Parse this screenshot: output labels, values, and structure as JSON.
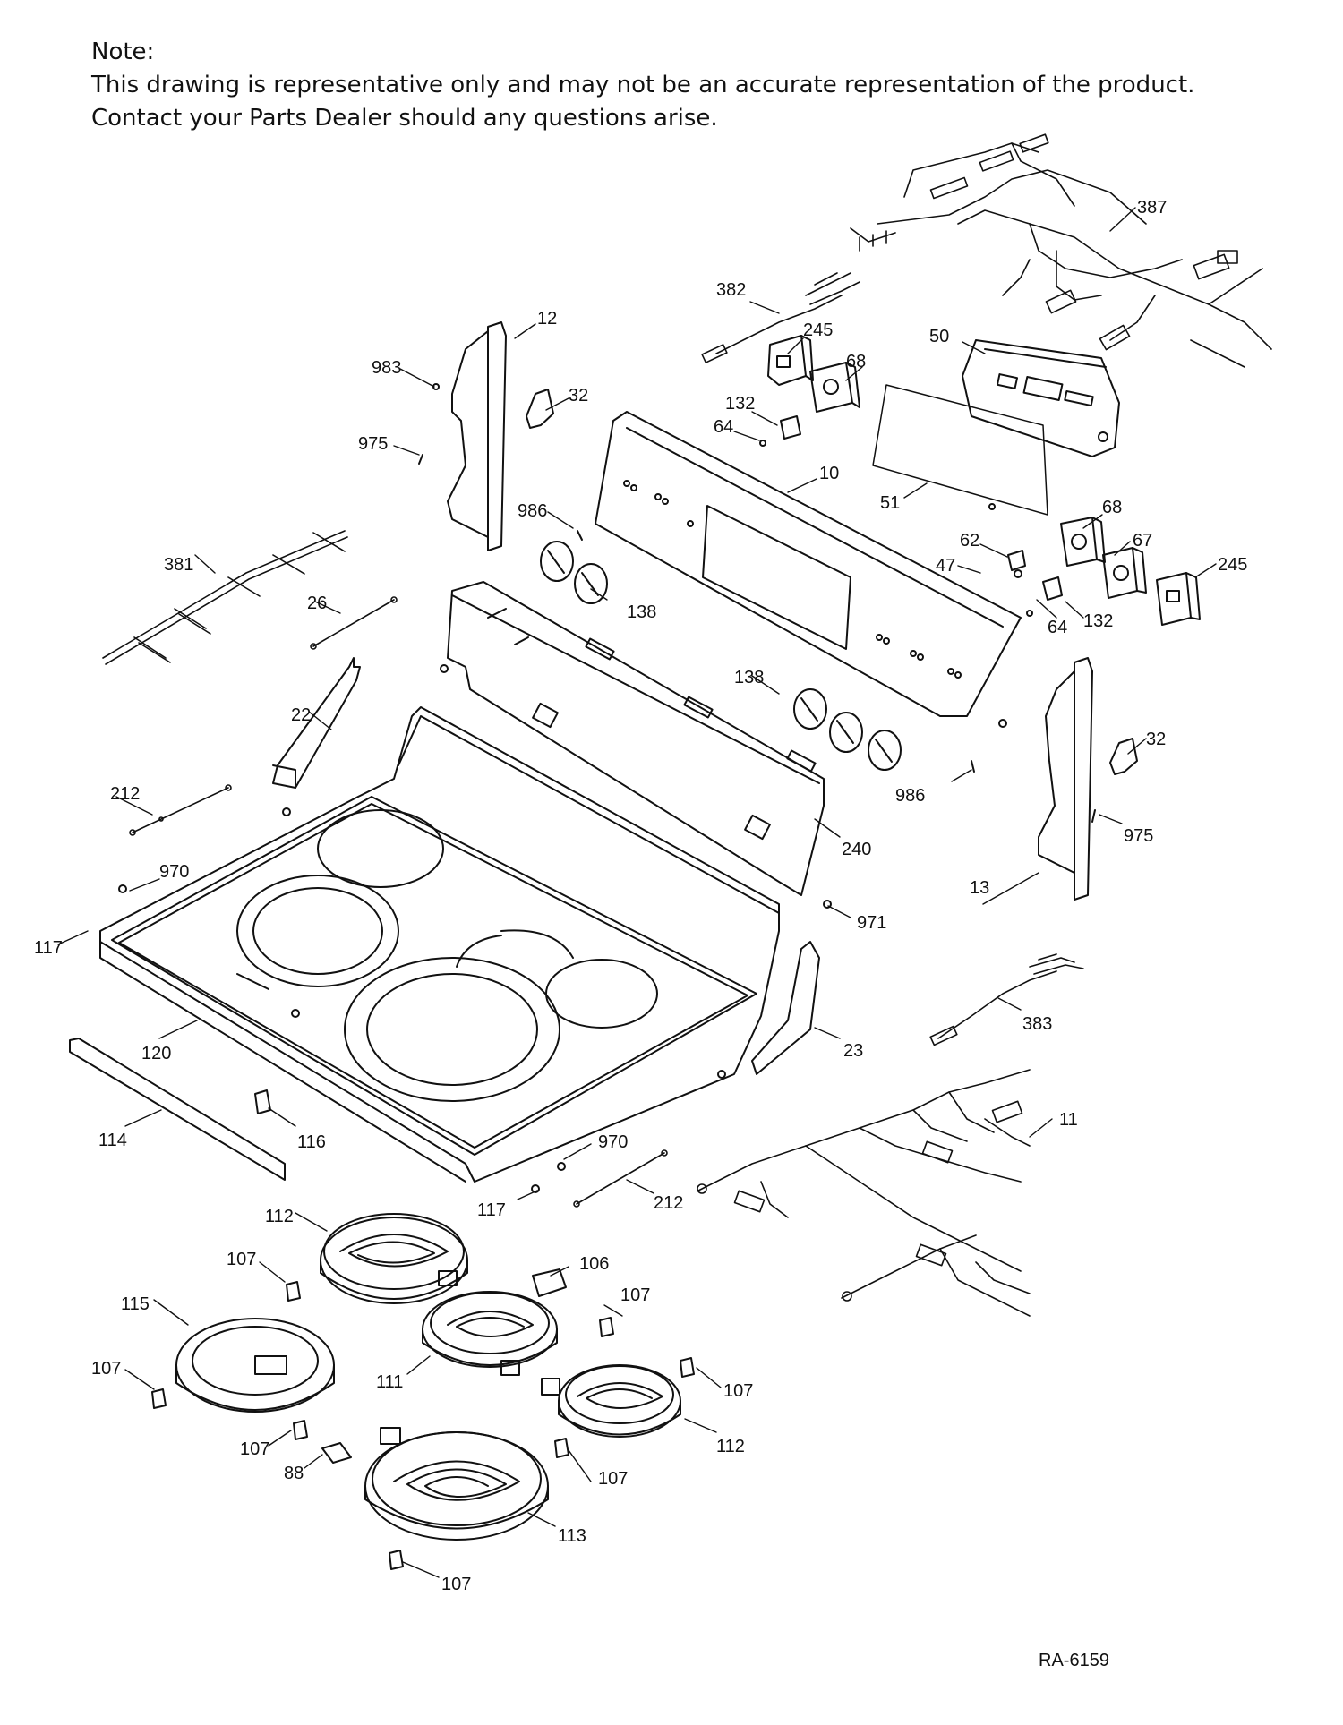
{
  "note": {
    "heading": "Note:",
    "line1": "This drawing is representative only and may not be an accurate representation of the product.",
    "line2": "Contact your Parts Dealer should any questions arise."
  },
  "drawing_code": "RA-6159",
  "callouts": {
    "c387": "387",
    "c382": "382",
    "c12": "12",
    "c245a": "245",
    "c50": "50",
    "c983": "983",
    "c68a": "68",
    "c32a": "32",
    "c132a": "132",
    "c64a": "64",
    "c975a": "975",
    "c10": "10",
    "c51": "51",
    "c986a": "986",
    "c68b": "68",
    "c62": "62",
    "c67": "67",
    "c381": "381",
    "c47": "47",
    "c245b": "245",
    "c138a": "138",
    "c64b": "64",
    "c132b": "132",
    "c26": "26",
    "c138b": "138",
    "c22": "22",
    "c32b": "32",
    "c212a": "212",
    "c986b": "986",
    "c975b": "975",
    "c240": "240",
    "c970a": "970",
    "c13": "13",
    "c971": "971",
    "c117a": "117",
    "c383": "383",
    "c120": "120",
    "c23": "23",
    "c114": "114",
    "c116": "116",
    "c11": "11",
    "c970b": "970",
    "c212b": "212",
    "c117b": "117",
    "c112a": "112",
    "c106": "106",
    "c107a": "107",
    "c107b": "107",
    "c115": "115",
    "c111": "111",
    "c107c": "107",
    "c107d": "107",
    "c112b": "112",
    "c107e": "107",
    "c88": "88",
    "c107f": "107",
    "c113": "113",
    "c107g": "107"
  }
}
